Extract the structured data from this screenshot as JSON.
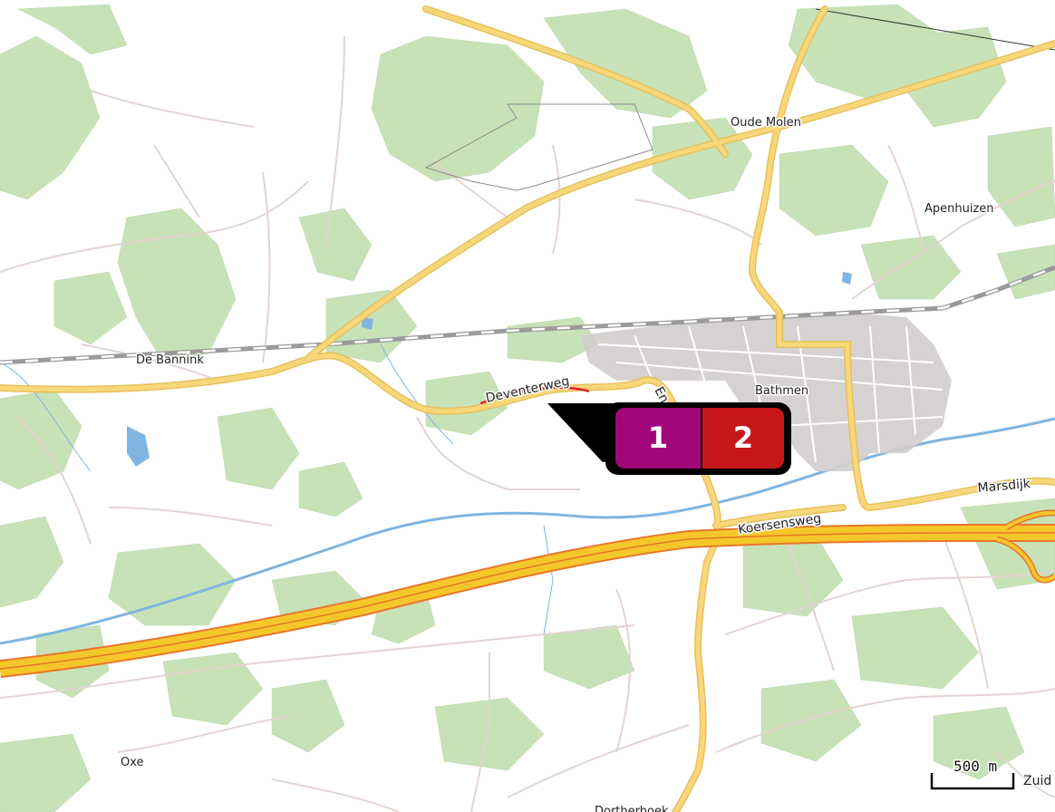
{
  "map": {
    "places": {
      "oude_molen": "Oude Molen",
      "apenhuizen": "Apenhuizen",
      "de_bannink": "De Bannink",
      "bathmen": "Bathmen",
      "oxe": "Oxe",
      "dortherhoek": "Dortherhoek"
    },
    "roads": {
      "deventerweg": "Deventerweg",
      "en_fragment": "En",
      "koersensweg": "Koersensweg",
      "marsdijk": "Marsdijk",
      "zuid_fragment": "Zuid"
    },
    "scale_bar": {
      "label": "500 m"
    },
    "route_marker": {
      "first": {
        "label": "1",
        "color": "#a0087a"
      },
      "second": {
        "label": "2",
        "color": "#c8171c"
      },
      "frame_color": "#000000"
    },
    "colors": {
      "forest": "#c8e2b8",
      "field": "#ffffff",
      "water": "#7fb5e0",
      "road_minor": "#e3d4d2",
      "road_main": "#f8d77b",
      "road_main_casing": "#e6c15d",
      "motorway": "#f6c72b",
      "motorway_casing": "#e8762a",
      "railway": "#9a9a9a",
      "buildings": "#d2cdcd",
      "route_highlight": "#e0242b"
    }
  }
}
